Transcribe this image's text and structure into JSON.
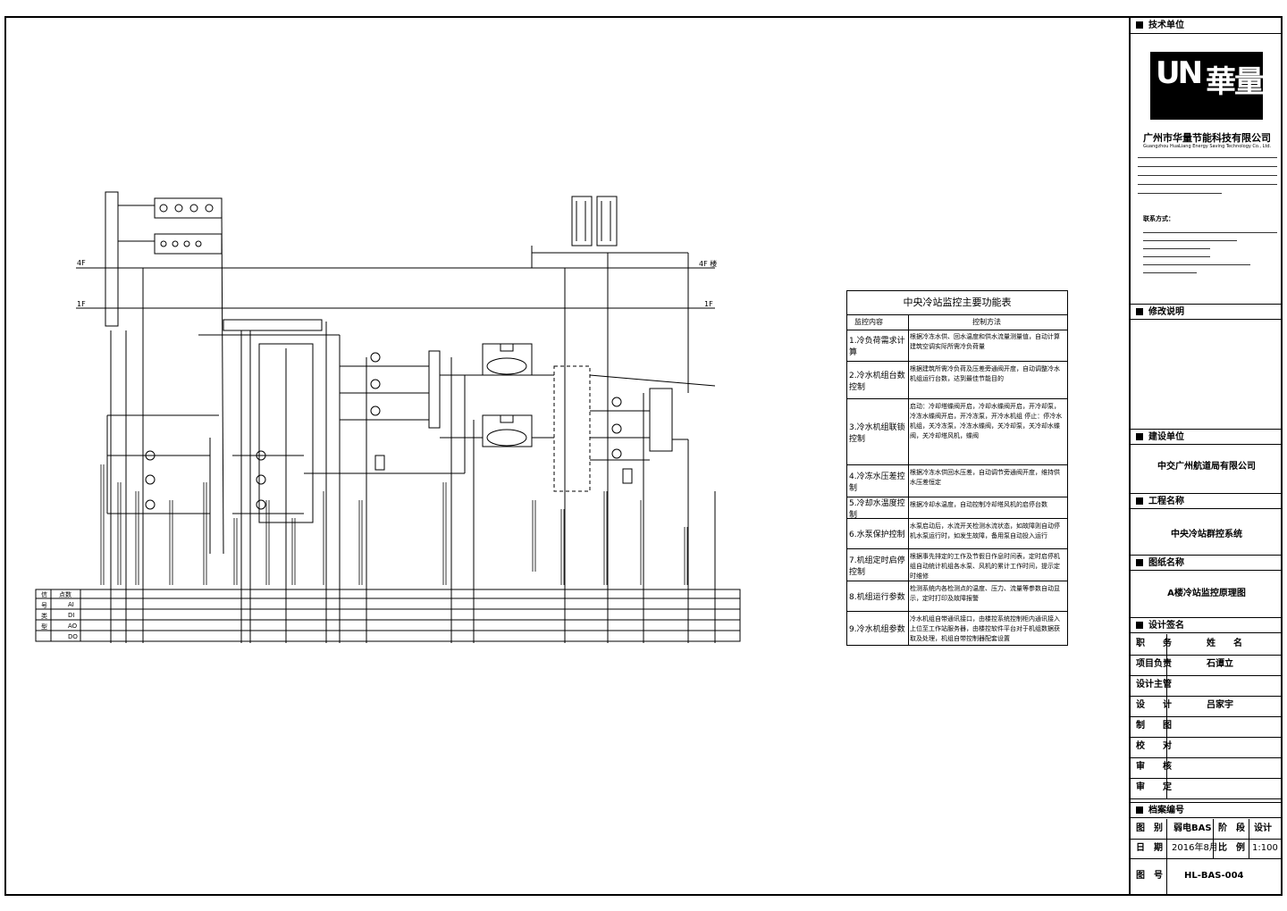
{
  "levels": {
    "floor4": "4F",
    "floor4_right": "4F 楼",
    "floor1": "1F",
    "floor1_right": "1F"
  },
  "func_table": {
    "title": "中央冷站监控主要功能表",
    "col1": "监控内容",
    "col2": "控制方法",
    "rows": [
      {
        "k": "1.冷负荷需求计算",
        "v": "根据冷冻水供、回水温度和供水流量测量值，自动计算建筑空调实际所需冷负荷量"
      },
      {
        "k": "2.冷水机组台数控制",
        "v": "根据建筑所需冷负荷及压差旁通阀开度，自动调整冷水机组运行台数，达到最佳节能目的"
      },
      {
        "k": "3.冷水机组联锁控制",
        "v": "启动：冷却塔蝶阀开启，冷却水蝶阀开启，开冷却泵，冷冻水蝶阀开启，开冷冻泵，开冷水机组  停止：停冷水机组，关冷冻泵，冷冻水蝶阀，关冷却泵，关冷却水蝶阀，关冷却塔风机，蝶阀"
      },
      {
        "k": "4.冷冻水压差控制",
        "v": "根据冷冻水供回水压差，自动调节旁通阀开度，维持供水压差恒定"
      },
      {
        "k": "5.冷却水温度控制",
        "v": "根据冷却水温度，自动控制冷却塔风机的启停台数"
      },
      {
        "k": "6.水泵保护控制",
        "v": "水泵启动后，水流开关检测水流状态，如故障则自动停机水泵运行时，如发生故障，备用泵自动投入运行"
      },
      {
        "k": "7.机组定时启停控制",
        "v": "根据事先排定的工作及节假日作息时间表，定时启停机组自动统计机组各水泵、风机的累计工作时间，提示定时维修"
      },
      {
        "k": "8.机组运行参数",
        "v": "检测系统内各检测点的温度、压力、流量等参数自动显示，定时打印及故障报警"
      },
      {
        "k": "9.冷水机组参数",
        "v": "冷水机组自带通讯接口，由楼控系统控制柜内通讯接入上位至工作站服务器，由楼控软件平台对于机组数据获取及处理，机组自带控制器配套设置"
      }
    ]
  },
  "io_table": {
    "side": [
      "信",
      "号",
      "类",
      "型"
    ],
    "head": "点数",
    "types": [
      "AI",
      "DI",
      "AO",
      "DO"
    ]
  },
  "title_block": {
    "tech_unit": "技术单位",
    "logo_letters": "UN",
    "logo_chars": "華量",
    "company": "广州市华量节能科技有限公司",
    "company_en": "Guangzhou HuaLiang Energy Saving Technology Co., Ltd.",
    "contact_label": "联系方式：",
    "revision": "修改说明",
    "owner_label": "建设单位",
    "owner": "中交广州航道局有限公司",
    "project_label": "工程名称",
    "project": "中央冷站群控系统",
    "drawing_label": "图纸名称",
    "drawing": "A楼冷站监控原理图",
    "sign_label": "设计签名",
    "sign_rows": [
      {
        "role": "职　　务",
        "name": "姓　　名"
      },
      {
        "role": "项目负责",
        "name": "石谭立"
      },
      {
        "role": "设计主管",
        "name": ""
      },
      {
        "role": "设　　计",
        "name": "吕家宇"
      },
      {
        "role": "制　　图",
        "name": ""
      },
      {
        "role": "校　　对",
        "name": ""
      },
      {
        "role": "审　　核",
        "name": ""
      },
      {
        "role": "审　　定",
        "name": ""
      }
    ],
    "file_label": "档案编号",
    "type_label": "图　别",
    "type_value": "弱电BAS",
    "phase_label": "阶　段",
    "phase_value": "设计",
    "date_label": "日　期",
    "date_value": "2016年8月",
    "scale_label": "比　例",
    "scale_value": "1:100",
    "no_label": "图　号",
    "no_value": "HL-BAS-004"
  }
}
